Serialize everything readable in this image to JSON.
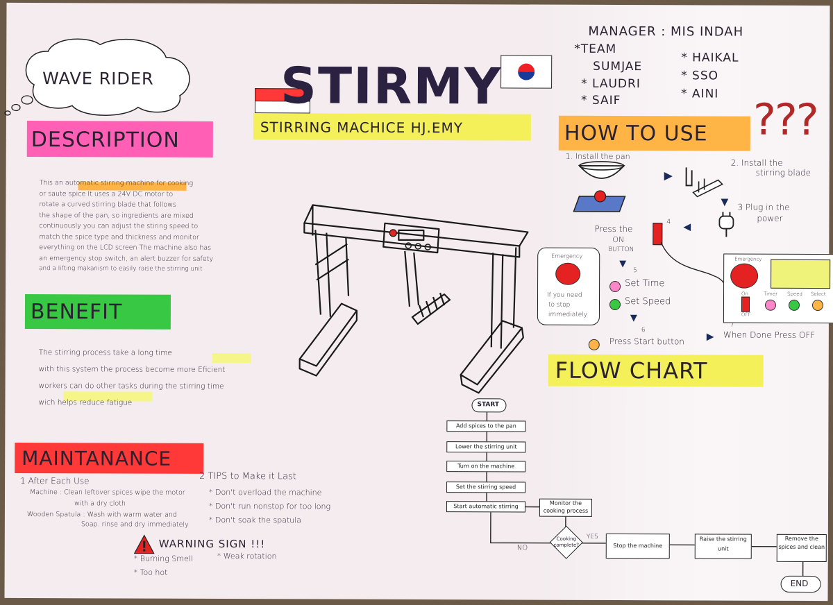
{
  "cloud_title": "WAVE RIDER",
  "title": "STIRMY",
  "subtitle": "STIRRING MACHICE HJ.EMY",
  "team": {
    "manager": "MANAGER : MIS INDAH",
    "team_label": "*TEAM",
    "members_left": [
      "SUMJAE",
      "* LAUDRI",
      "* SAIF"
    ],
    "members_right": [
      "* HAIKAL",
      "* SSO",
      "* AINI"
    ]
  },
  "description": {
    "heading": "DESCRIPTION",
    "lines": [
      "This an automatic stirring machine for cooking",
      "or saute spice It uses a 24V DC motor to",
      "rotate a curved stirring blade that follows",
      "the shape of the pan, so ingredients are mixed",
      "continuously you can adjust the stiring speed to",
      "match the spice type and thickness and monitor",
      "everything on the LCD screen The machine also has",
      "an emergency stop switch, an alert buzzer for safety",
      "and a lifting makanism to easily raise the stirring unit"
    ]
  },
  "benefit": {
    "heading": "BENEFIT",
    "lines": [
      "The stirring process take a long time",
      "with this system the process become more Eficient",
      "workers can do other tasks during the stirring time",
      "wich helps reduce fatigue"
    ]
  },
  "maintenance": {
    "heading": "MAINTANANCE",
    "after_use_title": "1 After Each Use",
    "after_use_lines": [
      "Machine : Clean leftover spices wipe the motor",
      "with a dry cloth",
      "Wooden Spatula : Wash with warm water and",
      "Soap. rinse and dry immediately"
    ],
    "tips_title": "2 TIPS to Make it Last",
    "tips": [
      "* Don't overload the machine",
      "* Don't run nonstop for too long",
      "* Don't soak the spatula"
    ],
    "warning_title": "WARNING SIGN !!!",
    "warnings": [
      "* Burning Smell",
      "* Weak rotation",
      "* Too hot"
    ]
  },
  "how_to_use": {
    "heading": "HOW TO USE",
    "question_marks": "???",
    "steps": [
      "1. Install the pan",
      "2. Install the",
      "stirring blade",
      "3 Plug in the",
      "power",
      "Press the",
      "ON",
      "BUTTON",
      "4",
      "5",
      "Set Time",
      "Set Speed",
      "6",
      "Press Start button",
      "7",
      "When Done Press OFF"
    ],
    "emergency_label": "Emergency",
    "emergency_note": [
      "If you need",
      "to stop",
      "immediately"
    ],
    "panel": {
      "emergency": "Emergency",
      "on": "On",
      "off": "OFF",
      "timer": "Timer",
      "speed": "Speed",
      "select": "Select"
    }
  },
  "flow_chart": {
    "heading": "FLOW CHART",
    "start": "START",
    "steps": [
      "Add spices to the pan",
      "Lower the stirring unit",
      "Turn on the machine",
      "Set the stirring speed",
      "Start automatic stirring"
    ],
    "monitor": "Monitor the cooking process",
    "decision": "Cooking complete?",
    "yes": "YES",
    "no": "NO",
    "stop": "Stop the machine",
    "raise": "Raise the stirring unit",
    "remove": "Remove the spices and clean",
    "end": "END"
  },
  "colors": {
    "pink": "#ff5fb4",
    "green": "#38c844",
    "red": "#ff3838",
    "yellow": "#f4f05a",
    "orange": "#ffb445",
    "navy": "#2b2140"
  }
}
